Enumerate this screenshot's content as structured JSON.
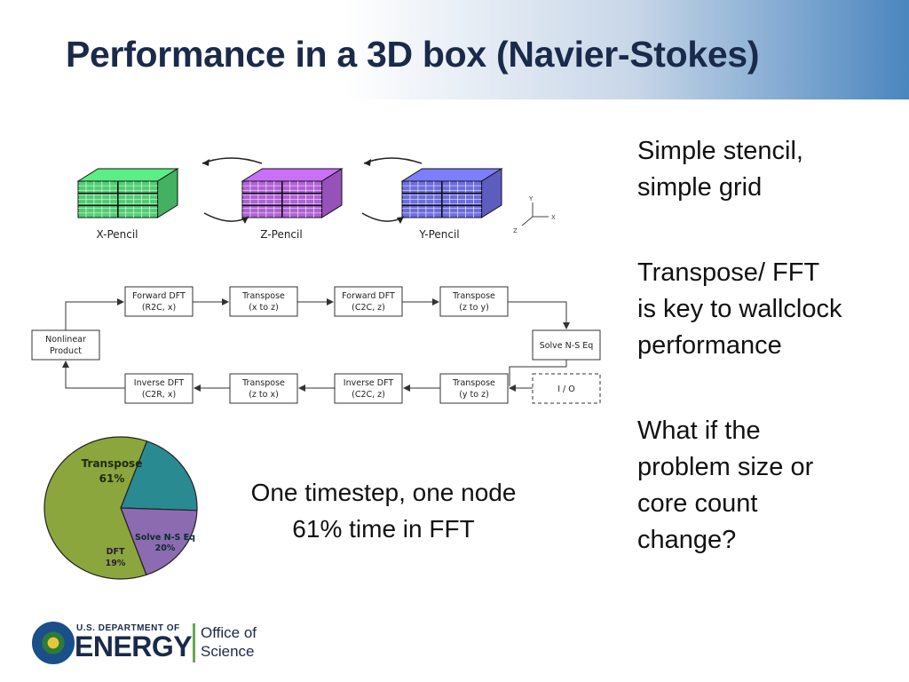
{
  "title": "Performance in a 3D box (Navier-Stokes)",
  "bullets": [
    "Simple stencil,\nsimple grid",
    "Transpose/ FFT\nis key to wallclock\nperformance",
    " What if the\nproblem size or\ncore count\nchange?"
  ],
  "caption": "One timestep, one node\n61% time in FFT",
  "pencils": {
    "labels": [
      "X-Pencil",
      "Z-Pencil",
      "Y-Pencil"
    ],
    "colors": [
      "#4fcf73",
      "#b061d8",
      "#6c6de0"
    ],
    "axes": [
      "Y",
      "X",
      "Z"
    ]
  },
  "flow": {
    "top": [
      {
        "l1": "Forward DFT",
        "l2": "(R2C, x)"
      },
      {
        "l1": "Transpose",
        "l2": "(x to z)"
      },
      {
        "l1": "Forward DFT",
        "l2": "(C2C, z)"
      },
      {
        "l1": "Transpose",
        "l2": "(z to y)"
      }
    ],
    "bottom": [
      {
        "l1": "Inverse DFT",
        "l2": "(C2R, x)"
      },
      {
        "l1": "Transpose",
        "l2": "(z to x)"
      },
      {
        "l1": "Inverse DFT",
        "l2": "(C2C, z)"
      },
      {
        "l1": "Transpose",
        "l2": "(y to z)"
      }
    ],
    "nonlinear": {
      "l1": "Nonlinear",
      "l2": "Product"
    },
    "solve": "Solve N-S Eq",
    "io": "I / O"
  },
  "pie": {
    "slices": [
      {
        "name": "Transpose",
        "pct_label": "61%",
        "value": 61,
        "color": "#8aa63d"
      },
      {
        "name": "Solve N-S Eq",
        "pct_label": "20%",
        "value": 20,
        "color": "#2a8a92"
      },
      {
        "name": "DFT",
        "pct_label": "19%",
        "value": 19,
        "color": "#8c6bb0"
      }
    ]
  },
  "logo": {
    "small": "U.S. DEPARTMENT OF",
    "big": "ENERGY",
    "office": "Office of\nScience"
  },
  "colors": {
    "title": "#1a2a4a",
    "header_gradient_end": "#4a86bf"
  }
}
